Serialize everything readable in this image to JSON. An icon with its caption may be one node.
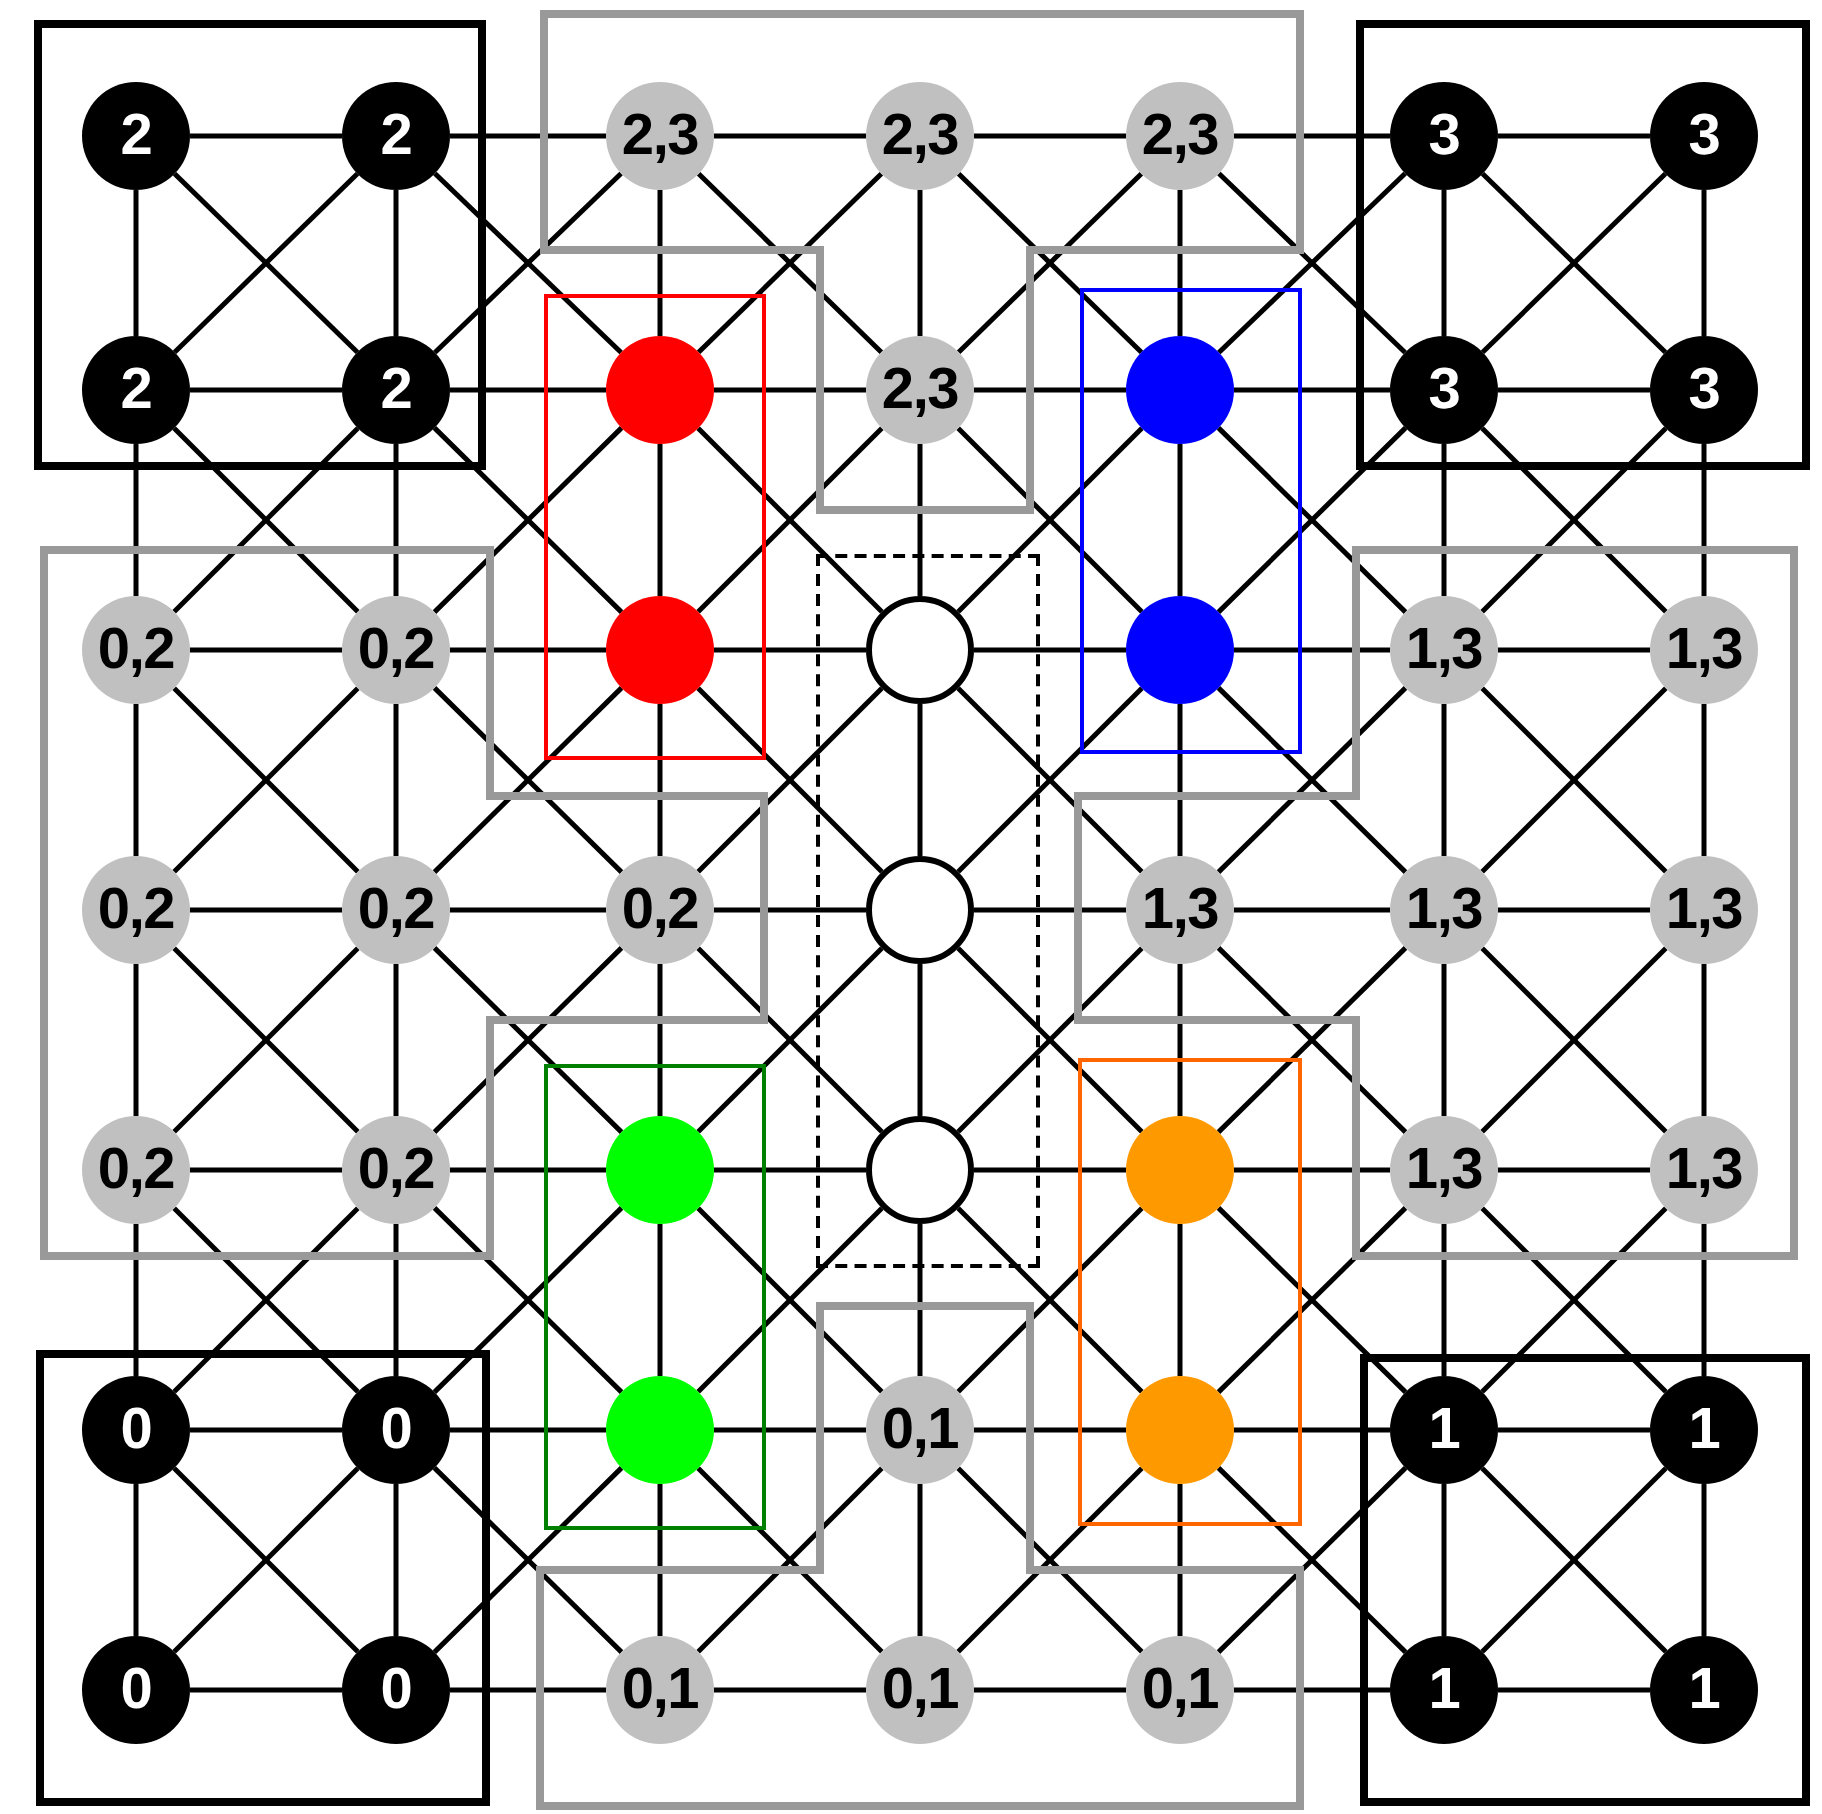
{
  "diagram": {
    "nodes": [
      {
        "text": [],
        "shape": "box"
      },
      {
        "text": [],
        "shape": "box"
      },
      {
        "text": [],
        "shape": "box"
      },
      {
        "text": [],
        "shape": "box"
      },
      {
        "text": [],
        "shape": "box"
      },
      {
        "text": [],
        "shape": "box"
      },
      {
        "text": [],
        "shape": "box"
      },
      {
        "text": [],
        "shape": "box"
      },
      {
        "text": [],
        "shape": "box"
      },
      {
        "text": [],
        "shape": "box"
      },
      {
        "text": [],
        "shape": "box"
      },
      {
        "text": [],
        "shape": "box"
      },
      {
        "text": [],
        "shape": "box"
      },
      {
        "text": [
          "2"
        ],
        "in": 0
      },
      {
        "text": [
          "2"
        ],
        "in": 0
      },
      {
        "text": [
          "2,3"
        ],
        "in": 1
      },
      {
        "text": [
          "2,3"
        ],
        "in": 1
      },
      {
        "text": [
          "2,3"
        ],
        "in": 1
      },
      {
        "text": [
          "3"
        ],
        "in": 2
      },
      {
        "text": [
          "3"
        ],
        "in": 2
      },
      {
        "text": [
          "2"
        ],
        "in": 0
      },
      {
        "text": [
          "2"
        ],
        "in": 0
      },
      {
        "text": [],
        "shape": "circle",
        "in": 3
      },
      {
        "text": [
          "2,3"
        ],
        "in": 1
      },
      {
        "text": [],
        "shape": "circle",
        "in": 4
      },
      {
        "text": [
          "3"
        ],
        "in": 2
      },
      {
        "text": [
          "3"
        ],
        "in": 2
      },
      {
        "text": [
          "0,2"
        ],
        "in": 6
      },
      {
        "text": [
          "0,2"
        ],
        "in": 6
      },
      {
        "text": [],
        "shape": "circle",
        "in": 3
      },
      {
        "text": [],
        "shape": "circle",
        "in": 5
      },
      {
        "text": [],
        "shape": "circle",
        "in": 4
      },
      {
        "text": [
          "1,3"
        ],
        "in": 7
      },
      {
        "text": [
          "1,3"
        ],
        "in": 7
      },
      {
        "text": [
          "0,2"
        ],
        "in": 6
      },
      {
        "text": [
          "0,2"
        ],
        "in": 6
      },
      {
        "text": [
          "0,2"
        ],
        "in": 6
      },
      {
        "text": [],
        "shape": "circle",
        "in": 5
      },
      {
        "text": [
          "1,3"
        ],
        "in": 7
      },
      {
        "text": [
          "1,3"
        ],
        "in": 7
      },
      {
        "text": [
          "1,3"
        ],
        "in": 7
      },
      {
        "text": [
          "0,2"
        ],
        "in": 6
      },
      {
        "text": [
          "0,2"
        ],
        "in": 6
      },
      {
        "text": [],
        "shape": "circle",
        "in": 8
      },
      {
        "text": [],
        "shape": "circle",
        "in": 5
      },
      {
        "text": [],
        "shape": "circle",
        "in": 9
      },
      {
        "text": [
          "1,3"
        ],
        "in": 7
      },
      {
        "text": [
          "1,3"
        ],
        "in": 7
      },
      {
        "text": [
          "0"
        ],
        "in": 10
      },
      {
        "text": [
          "0"
        ],
        "in": 10
      },
      {
        "text": [],
        "shape": "circle",
        "in": 8
      },
      {
        "text": [
          "0,1"
        ],
        "in": 11
      },
      {
        "text": [],
        "shape": "circle",
        "in": 9
      },
      {
        "text": [
          "1"
        ],
        "in": 12
      },
      {
        "text": [
          "1"
        ],
        "in": 12
      },
      {
        "text": [
          "0"
        ],
        "in": 10
      },
      {
        "text": [
          "0"
        ],
        "in": 10
      },
      {
        "text": [
          "0,1"
        ],
        "in": 11
      },
      {
        "text": [
          "0,1"
        ],
        "in": 11
      },
      {
        "text": [
          "0,1"
        ],
        "in": 11
      },
      {
        "text": [
          "1"
        ],
        "in": 12
      },
      {
        "text": [
          "1"
        ],
        "in": 12
      }
    ],
    "edges": [
      {
        "from": 13,
        "to": 14,
        "arrow": "none"
      },
      {
        "from": 13,
        "to": 20,
        "arrow": "none"
      },
      {
        "from": 13,
        "to": 21,
        "arrow": "none"
      },
      {
        "from": 14,
        "to": 15,
        "arrow": "none"
      },
      {
        "from": 14,
        "to": 21,
        "arrow": "none"
      },
      {
        "from": 14,
        "to": 22,
        "arrow": "none"
      },
      {
        "from": 14,
        "to": 20,
        "arrow": "none"
      },
      {
        "from": 15,
        "to": 16,
        "arrow": "none"
      },
      {
        "from": 15,
        "to": 22,
        "arrow": "none"
      },
      {
        "from": 15,
        "to": 23,
        "arrow": "none"
      },
      {
        "from": 15,
        "to": 21,
        "arrow": "none"
      },
      {
        "from": 16,
        "to": 17,
        "arrow": "none"
      },
      {
        "from": 16,
        "to": 23,
        "arrow": "none"
      },
      {
        "from": 16,
        "to": 24,
        "arrow": "none"
      },
      {
        "from": 16,
        "to": 22,
        "arrow": "none"
      },
      {
        "from": 17,
        "to": 18,
        "arrow": "none"
      },
      {
        "from": 17,
        "to": 24,
        "arrow": "none"
      },
      {
        "from": 17,
        "to": 25,
        "arrow": "none"
      },
      {
        "from": 17,
        "to": 23,
        "arrow": "none"
      },
      {
        "from": 18,
        "to": 19,
        "arrow": "none"
      },
      {
        "from": 18,
        "to": 25,
        "arrow": "none"
      },
      {
        "from": 18,
        "to": 26,
        "arrow": "none"
      },
      {
        "from": 18,
        "to": 24,
        "arrow": "none"
      },
      {
        "from": 19,
        "to": 26,
        "arrow": "none"
      },
      {
        "from": 19,
        "to": 25,
        "arrow": "none"
      },
      {
        "from": 20,
        "to": 21,
        "arrow": "none"
      },
      {
        "from": 20,
        "to": 27,
        "arrow": "none"
      },
      {
        "from": 20,
        "to": 28,
        "arrow": "none"
      },
      {
        "from": 21,
        "to": 22,
        "arrow": "none"
      },
      {
        "from": 21,
        "to": 28,
        "arrow": "none"
      },
      {
        "from": 21,
        "to": 29,
        "arrow": "none"
      },
      {
        "from": 21,
        "to": 27,
        "arrow": "none"
      },
      {
        "from": 22,
        "to": 23,
        "arrow": "none"
      },
      {
        "from": 22,
        "to": 29,
        "arrow": "none"
      },
      {
        "from": 22,
        "to": 30,
        "arrow": "none"
      },
      {
        "from": 22,
        "to": 28,
        "arrow": "none"
      },
      {
        "from": 23,
        "to": 24,
        "arrow": "none"
      },
      {
        "from": 23,
        "to": 30,
        "arrow": "none"
      },
      {
        "from": 23,
        "to": 31,
        "arrow": "none"
      },
      {
        "from": 23,
        "to": 29,
        "arrow": "none"
      },
      {
        "from": 24,
        "to": 25,
        "arrow": "none"
      },
      {
        "from": 24,
        "to": 31,
        "arrow": "none"
      },
      {
        "from": 24,
        "to": 32,
        "arrow": "none"
      },
      {
        "from": 24,
        "to": 30,
        "arrow": "none"
      },
      {
        "from": 25,
        "to": 26,
        "arrow": "none"
      },
      {
        "from": 25,
        "to": 32,
        "arrow": "none"
      },
      {
        "from": 25,
        "to": 33,
        "arrow": "none"
      },
      {
        "from": 25,
        "to": 31,
        "arrow": "none"
      },
      {
        "from": 26,
        "to": 33,
        "arrow": "none"
      },
      {
        "from": 26,
        "to": 32,
        "arrow": "none"
      },
      {
        "from": 27,
        "to": 28,
        "arrow": "none"
      },
      {
        "from": 27,
        "to": 34,
        "arrow": "none"
      },
      {
        "from": 27,
        "to": 35,
        "arrow": "none"
      },
      {
        "from": 28,
        "to": 29,
        "arrow": "none"
      },
      {
        "from": 28,
        "to": 35,
        "arrow": "none"
      },
      {
        "from": 28,
        "to": 36,
        "arrow": "none"
      },
      {
        "from": 28,
        "to": 34,
        "arrow": "none"
      },
      {
        "from": 29,
        "to": 30,
        "arrow": "none"
      },
      {
        "from": 29,
        "to": 36,
        "arrow": "none"
      },
      {
        "from": 29,
        "to": 37,
        "arrow": "none"
      },
      {
        "from": 29,
        "to": 35,
        "arrow": "none"
      },
      {
        "from": 30,
        "to": 31,
        "arrow": "none"
      },
      {
        "from": 30,
        "to": 37,
        "arrow": "none"
      },
      {
        "from": 30,
        "to": 38,
        "arrow": "none"
      },
      {
        "from": 30,
        "to": 36,
        "arrow": "none"
      },
      {
        "from": 31,
        "to": 32,
        "arrow": "none"
      },
      {
        "from": 31,
        "to": 38,
        "arrow": "none"
      },
      {
        "from": 31,
        "to": 39,
        "arrow": "none"
      },
      {
        "from": 31,
        "to": 37,
        "arrow": "none"
      },
      {
        "from": 32,
        "to": 33,
        "arrow": "none"
      },
      {
        "from": 32,
        "to": 39,
        "arrow": "none"
      },
      {
        "from": 32,
        "to": 40,
        "arrow": "none"
      },
      {
        "from": 32,
        "to": 38,
        "arrow": "none"
      },
      {
        "from": 33,
        "to": 40,
        "arrow": "none"
      },
      {
        "from": 33,
        "to": 39,
        "arrow": "none"
      },
      {
        "from": 34,
        "to": 35,
        "arrow": "none"
      },
      {
        "from": 34,
        "to": 41,
        "arrow": "none"
      },
      {
        "from": 34,
        "to": 42,
        "arrow": "none"
      },
      {
        "from": 35,
        "to": 36,
        "arrow": "none"
      },
      {
        "from": 35,
        "to": 42,
        "arrow": "none"
      },
      {
        "from": 35,
        "to": 43,
        "arrow": "none"
      },
      {
        "from": 35,
        "to": 41,
        "arrow": "none"
      },
      {
        "from": 36,
        "to": 37,
        "arrow": "none"
      },
      {
        "from": 36,
        "to": 43,
        "arrow": "none"
      },
      {
        "from": 36,
        "to": 44,
        "arrow": "none"
      },
      {
        "from": 36,
        "to": 42,
        "arrow": "none"
      },
      {
        "from": 37,
        "to": 38,
        "arrow": "none"
      },
      {
        "from": 37,
        "to": 44,
        "arrow": "none"
      },
      {
        "from": 37,
        "to": 45,
        "arrow": "none"
      },
      {
        "from": 37,
        "to": 43,
        "arrow": "none"
      },
      {
        "from": 38,
        "to": 39,
        "arrow": "none"
      },
      {
        "from": 38,
        "to": 45,
        "arrow": "none"
      },
      {
        "from": 38,
        "to": 46,
        "arrow": "none"
      },
      {
        "from": 38,
        "to": 44,
        "arrow": "none"
      },
      {
        "from": 39,
        "to": 40,
        "arrow": "none"
      },
      {
        "from": 39,
        "to": 46,
        "arrow": "none"
      },
      {
        "from": 39,
        "to": 47,
        "arrow": "none"
      },
      {
        "from": 39,
        "to": 45,
        "arrow": "none"
      },
      {
        "from": 40,
        "to": 47,
        "arrow": "none"
      },
      {
        "from": 40,
        "to": 46,
        "arrow": "none"
      },
      {
        "from": 41,
        "to": 42,
        "arrow": "none"
      },
      {
        "from": 41,
        "to": 48,
        "arrow": "none"
      },
      {
        "from": 41,
        "to": 49,
        "arrow": "none"
      },
      {
        "from": 42,
        "to": 43,
        "arrow": "none"
      },
      {
        "from": 42,
        "to": 49,
        "arrow": "none"
      },
      {
        "from": 42,
        "to": 50,
        "arrow": "none"
      },
      {
        "from": 42,
        "to": 48,
        "arrow": "none"
      },
      {
        "from": 43,
        "to": 44,
        "arrow": "none"
      },
      {
        "from": 43,
        "to": 50,
        "arrow": "none"
      },
      {
        "from": 43,
        "to": 51,
        "arrow": "none"
      },
      {
        "from": 43,
        "to": 49,
        "arrow": "none"
      },
      {
        "from": 44,
        "to": 45,
        "arrow": "none"
      },
      {
        "from": 44,
        "to": 51,
        "arrow": "none"
      },
      {
        "from": 44,
        "to": 52,
        "arrow": "none"
      },
      {
        "from": 44,
        "to": 50,
        "arrow": "none"
      },
      {
        "from": 45,
        "to": 46,
        "arrow": "none"
      },
      {
        "from": 45,
        "to": 52,
        "arrow": "none"
      },
      {
        "from": 45,
        "to": 53,
        "arrow": "none"
      },
      {
        "from": 45,
        "to": 51,
        "arrow": "none"
      },
      {
        "from": 46,
        "to": 47,
        "arrow": "none"
      },
      {
        "from": 46,
        "to": 53,
        "arrow": "none"
      },
      {
        "from": 46,
        "to": 54,
        "arrow": "none"
      },
      {
        "from": 46,
        "to": 52,
        "arrow": "none"
      },
      {
        "from": 47,
        "to": 54,
        "arrow": "none"
      },
      {
        "from": 47,
        "to": 53,
        "arrow": "none"
      },
      {
        "from": 48,
        "to": 49,
        "arrow": "none"
      },
      {
        "from": 48,
        "to": 55,
        "arrow": "none"
      },
      {
        "from": 48,
        "to": 56,
        "arrow": "none"
      },
      {
        "from": 49,
        "to": 50,
        "arrow": "none"
      },
      {
        "from": 49,
        "to": 56,
        "arrow": "none"
      },
      {
        "from": 49,
        "to": 57,
        "arrow": "none"
      },
      {
        "from": 49,
        "to": 55,
        "arrow": "none"
      },
      {
        "from": 50,
        "to": 51,
        "arrow": "none"
      },
      {
        "from": 50,
        "to": 57,
        "arrow": "none"
      },
      {
        "from": 50,
        "to": 58,
        "arrow": "none"
      },
      {
        "from": 50,
        "to": 56,
        "arrow": "none"
      },
      {
        "from": 51,
        "to": 52,
        "arrow": "none"
      },
      {
        "from": 51,
        "to": 58,
        "arrow": "none"
      },
      {
        "from": 51,
        "to": 59,
        "arrow": "none"
      },
      {
        "from": 51,
        "to": 57,
        "arrow": "none"
      },
      {
        "from": 52,
        "to": 53,
        "arrow": "none"
      },
      {
        "from": 52,
        "to": 59,
        "arrow": "none"
      },
      {
        "from": 52,
        "to": 60,
        "arrow": "none"
      },
      {
        "from": 52,
        "to": 58,
        "arrow": "none"
      },
      {
        "from": 53,
        "to": 54,
        "arrow": "none"
      },
      {
        "from": 53,
        "to": 60,
        "arrow": "none"
      },
      {
        "from": 53,
        "to": 61,
        "arrow": "none"
      },
      {
        "from": 53,
        "to": 59,
        "arrow": "none"
      },
      {
        "from": 54,
        "to": 61,
        "arrow": "none"
      },
      {
        "from": 54,
        "to": 60,
        "arrow": "none"
      },
      {
        "from": 55,
        "to": 56,
        "arrow": "none"
      },
      {
        "from": 56,
        "to": 57,
        "arrow": "none"
      },
      {
        "from": 57,
        "to": 58,
        "arrow": "none"
      },
      {
        "from": 58,
        "to": 59,
        "arrow": "none"
      },
      {
        "from": 59,
        "to": 60,
        "arrow": "none"
      },
      {
        "from": 60,
        "to": 61,
        "arrow": "none"
      }
    ]
  }
}
